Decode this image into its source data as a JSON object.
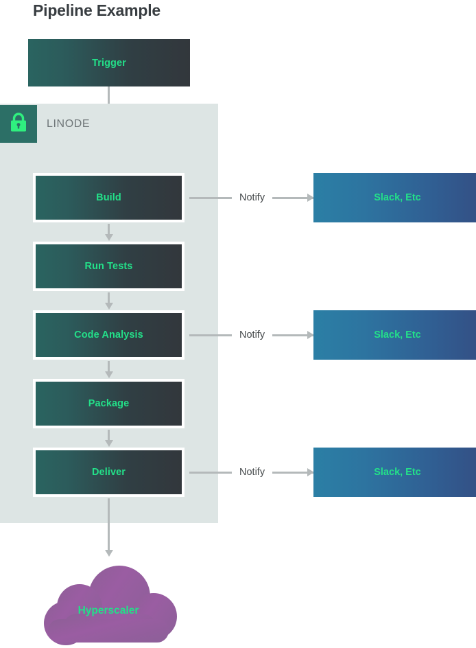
{
  "title": "Pipeline Example",
  "container": {
    "label": "LINODE",
    "icon": "lock-icon",
    "badge_color": "#2c6f66",
    "panel_color": "#dde5e4"
  },
  "trigger": {
    "label": "Trigger"
  },
  "pipeline": {
    "stages": [
      {
        "label": "Build",
        "notifies": true
      },
      {
        "label": "Run Tests",
        "notifies": false
      },
      {
        "label": "Code Analysis",
        "notifies": true
      },
      {
        "label": "Package",
        "notifies": false
      },
      {
        "label": "Deliver",
        "notifies": true
      }
    ]
  },
  "notifications": {
    "edge_label": "Notify",
    "targets": [
      {
        "label": "Slack, Etc"
      },
      {
        "label": "Slack, Etc"
      },
      {
        "label": "Slack, Etc"
      }
    ]
  },
  "destination": {
    "label": "Hyperscaler",
    "shape": "cloud-shape",
    "fill_start": "#9b5fa0",
    "fill_end": "#8a5f94"
  },
  "colors": {
    "accent_text": "#23e089",
    "title_text": "#383d41",
    "connector": "#b4b9ba",
    "stage_gradient_start": "#2a6460",
    "stage_gradient_end": "#32373c",
    "notify_gradient_start": "#2b7fa5",
    "notify_gradient_end": "#344f84"
  }
}
